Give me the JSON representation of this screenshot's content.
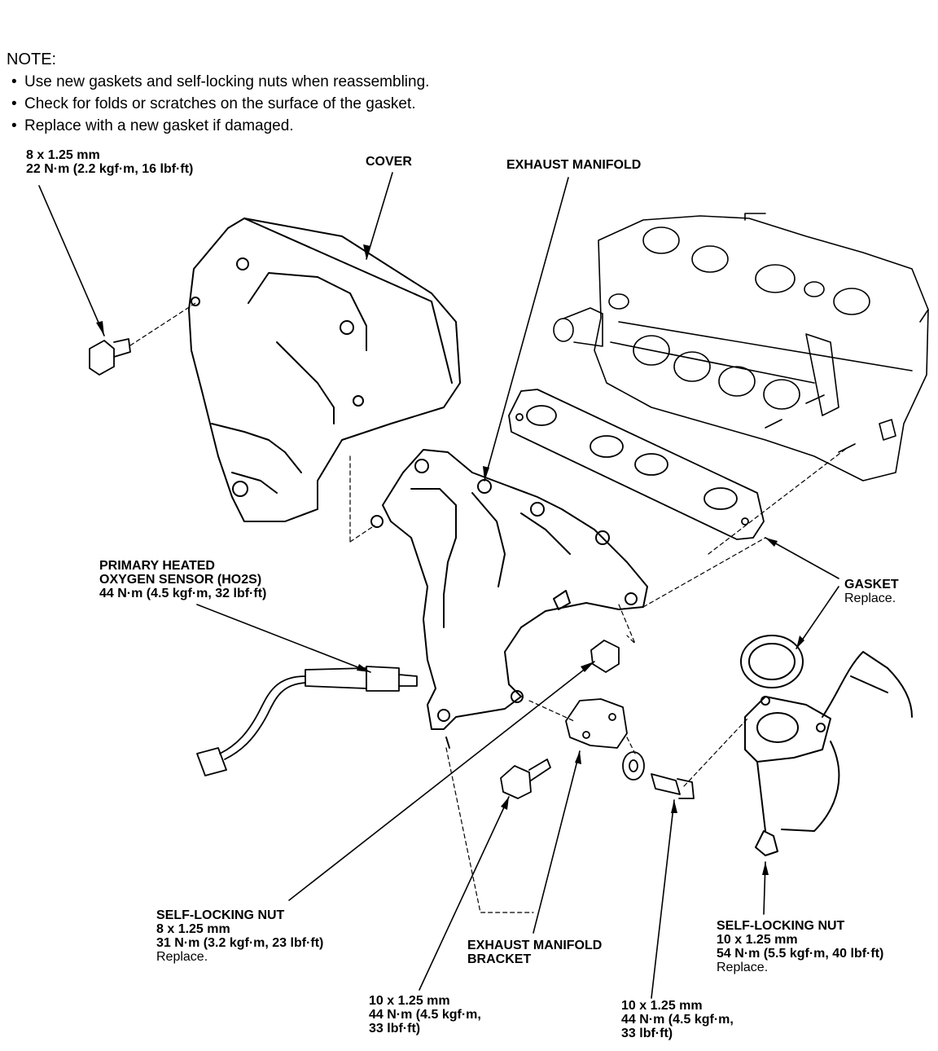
{
  "note": {
    "heading": "NOTE:",
    "items": [
      "Use new gaskets and self-locking nuts when reassembling.",
      "Check for folds or scratches on the surface of the gasket.",
      "Replace with a new gasket if damaged."
    ]
  },
  "callouts": {
    "cover_bolt": {
      "size": "8 x 1.25 mm",
      "torque": "22 N·m (2.2 kgf·m, 16 lbf·ft)"
    },
    "cover": {
      "name": "COVER"
    },
    "exhaust_manifold": {
      "name": "EXHAUST MANIFOLD"
    },
    "ho2s": {
      "name_line1": "PRIMARY HEATED",
      "name_line2": "OXYGEN SENSOR (HO2S)",
      "torque": "44 N·m (4.5 kgf·m, 32 lbf·ft)"
    },
    "gasket": {
      "name": "GASKET",
      "note": "Replace."
    },
    "self_locking_nut_left": {
      "name": "SELF-LOCKING NUT",
      "size": "8 x 1.25 mm",
      "torque": "31 N·m (3.2 kgf·m, 23 lbf·ft)",
      "note": "Replace."
    },
    "bracket": {
      "name_line1": "EXHAUST MANIFOLD",
      "name_line2": "BRACKET"
    },
    "bolt_center": {
      "size": "10 x 1.25 mm",
      "torque_line1": "44 N·m (4.5 kgf·m,",
      "torque_line2": "33 lbf·ft)"
    },
    "bolt_right": {
      "size": "10 x 1.25 mm",
      "torque_line1": "44 N·m (4.5 kgf·m,",
      "torque_line2": "33 lbf·ft)"
    },
    "self_locking_nut_right": {
      "name": "SELF-LOCKING NUT",
      "size": "10 x 1.25 mm",
      "torque": "54 N·m (5.5 kgf·m, 40 lbf·ft)",
      "note": "Replace."
    }
  }
}
